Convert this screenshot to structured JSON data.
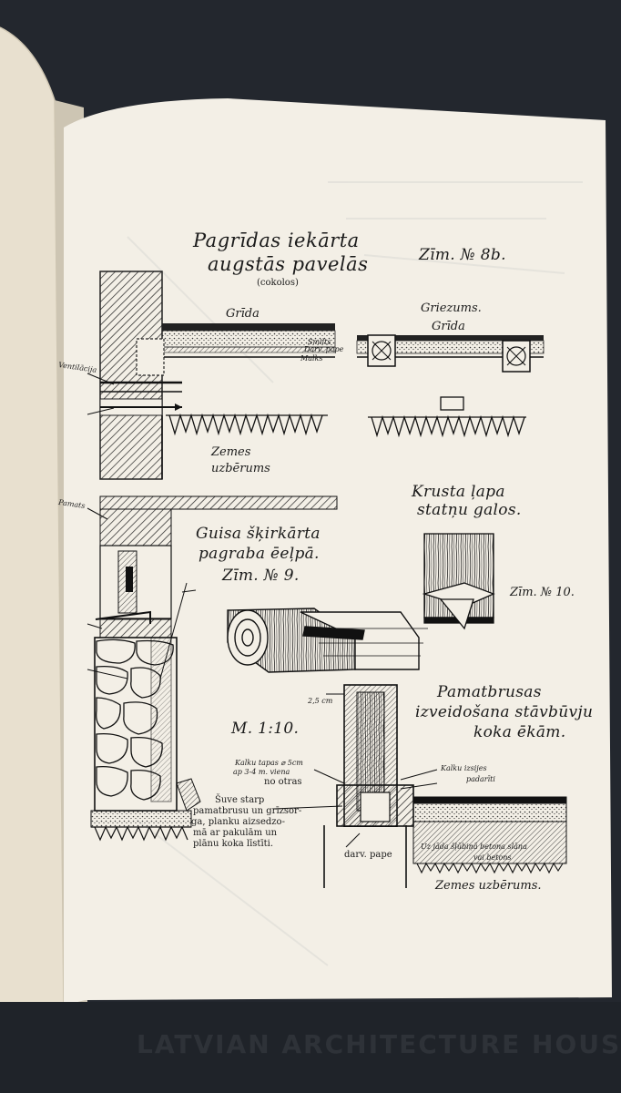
{
  "page": {
    "title_line1": "Pagrīdas iekārta",
    "title_line2": "augstās pavelās",
    "title_note": "(cokolos)",
    "fig_8b": "Zīm. № 8b.",
    "label_grida_left": "Grīda",
    "label_smilts": "Smilts",
    "label_darv_pape": "Darv. pape",
    "label_malks": "Malks",
    "label_griezums": "Griezums.",
    "label_grida_right": "Grīda",
    "label_zemes_uzbers": "Zemes uzbērums",
    "label_krusta_title_1": "Krusta ļapa",
    "label_krusta_title_2": "statņu galos.",
    "label_guisa_1": "Guisa šķirkārta",
    "label_guisa_2": "pagraba ēeļpā.",
    "fig_9": "Zīm. № 9.",
    "fig_10": "Zīm. № 10.",
    "label_pamat_1": "Pamatbrusas",
    "label_pamat_2": "izveidošana stāvbūvju",
    "label_pamat_3": "koka ēkām.",
    "scale": "M. 1:10.",
    "dim_25": "2,5 cm",
    "label_kalku_tapas": "Kalku tapas ⌀ 5cm",
    "label_kalku_tapas_2": "ap 3-4 m. viena",
    "label_kalku_tapas_3": "no otras",
    "label_kalku_izsijes": "Kalku izsijes",
    "label_kalku_izsijes_2": "padarīti",
    "label_suve_1": "Šuve starp",
    "label_suve_2": "pamatbrusu un grīzsor-",
    "label_suve_3": "ga, planku aizsedzo-",
    "label_suve_4": "mā ar pakulām un",
    "label_suve_5": "plānu koka līstīti.",
    "label_darv_pape_b": "darv. pape",
    "label_betons": "Uz jāda šļūbiņā betona slāņa",
    "label_betons_2": "vai betons",
    "label_zemes_uzbers_b": "Zemes uzbērums.",
    "label_vent": "Ventilācija",
    "label_pamats": "Pamats",
    "bottom_text": "LATVIAN ARCHITECTURE HOUSE"
  },
  "colors": {
    "background": "#23272e",
    "paper": "#f3efe6",
    "left_page": "#ece5d5",
    "ink": "#1b1b1b"
  }
}
